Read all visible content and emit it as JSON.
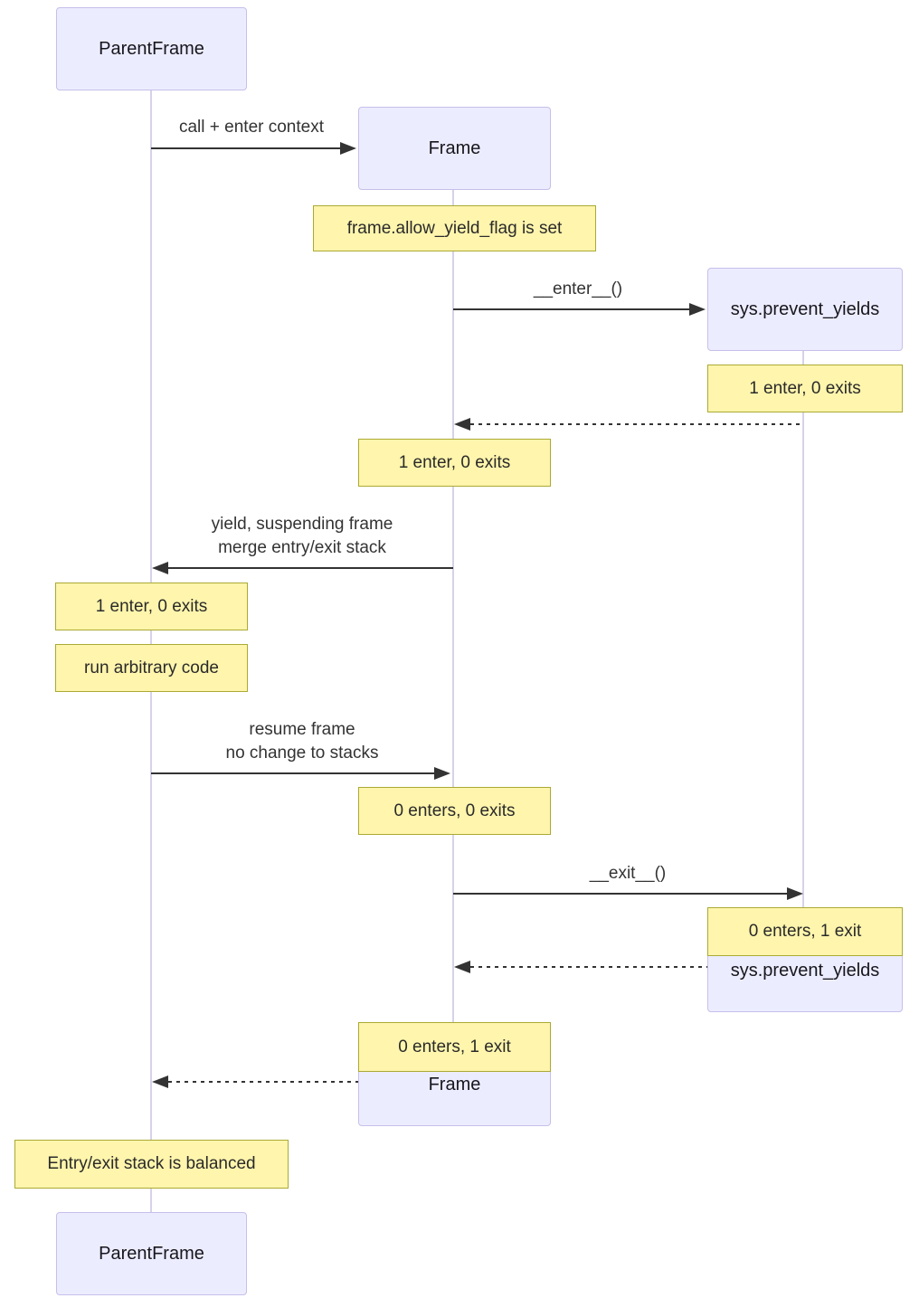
{
  "diagram": {
    "type": "sequence",
    "colors": {
      "actor_fill": "#ECECFF",
      "actor_border": "#c6bfea",
      "note_fill": "#fff5ad",
      "note_border": "#aaaa33",
      "lifeline": "#d7d2e8",
      "arrow": "#333333",
      "text": "#333333",
      "background": "#ffffff"
    },
    "actors": [
      {
        "id": "parentframe",
        "label": "ParentFrame"
      },
      {
        "id": "frame",
        "label": "Frame"
      },
      {
        "id": "sys_prevent_yields",
        "label": "sys.prevent_yields"
      }
    ],
    "messages": [
      {
        "from": "ParentFrame",
        "to": "Frame",
        "style": "solid",
        "lines": [
          "call + enter context"
        ]
      },
      {
        "from": "Frame",
        "to": "sys.prevent_yields",
        "style": "solid",
        "lines": [
          "__enter__()"
        ]
      },
      {
        "from": "sys.prevent_yields",
        "to": "Frame",
        "style": "dashed",
        "lines": []
      },
      {
        "from": "Frame",
        "to": "ParentFrame",
        "style": "solid",
        "lines": [
          "yield, suspending frame",
          "merge entry/exit stack"
        ]
      },
      {
        "from": "ParentFrame",
        "to": "Frame",
        "style": "solid",
        "lines": [
          "resume frame",
          "no change to stacks"
        ]
      },
      {
        "from": "Frame",
        "to": "sys.prevent_yields",
        "style": "solid",
        "lines": [
          "__exit__()"
        ]
      },
      {
        "from": "sys.prevent_yields",
        "to": "Frame",
        "style": "dashed",
        "lines": []
      },
      {
        "from": "Frame",
        "to": "ParentFrame",
        "style": "dashed",
        "lines": []
      }
    ],
    "notes": [
      {
        "over": "Frame",
        "text": "frame.allow_yield_flag is set"
      },
      {
        "over": "sys.prevent_yields",
        "text": "1 enter, 0 exits"
      },
      {
        "over": "Frame",
        "text": "1 enter, 0 exits"
      },
      {
        "over": "ParentFrame",
        "text": "1 enter, 0 exits"
      },
      {
        "over": "ParentFrame",
        "text": "run arbitrary code"
      },
      {
        "over": "Frame",
        "text": "0 enters, 0 exits"
      },
      {
        "over": "sys.prevent_yields",
        "text": "0 enters, 1 exit"
      },
      {
        "over": "Frame",
        "text": "0 enters, 1 exit"
      },
      {
        "over": "ParentFrame",
        "text": "Entry/exit stack is balanced"
      }
    ]
  }
}
